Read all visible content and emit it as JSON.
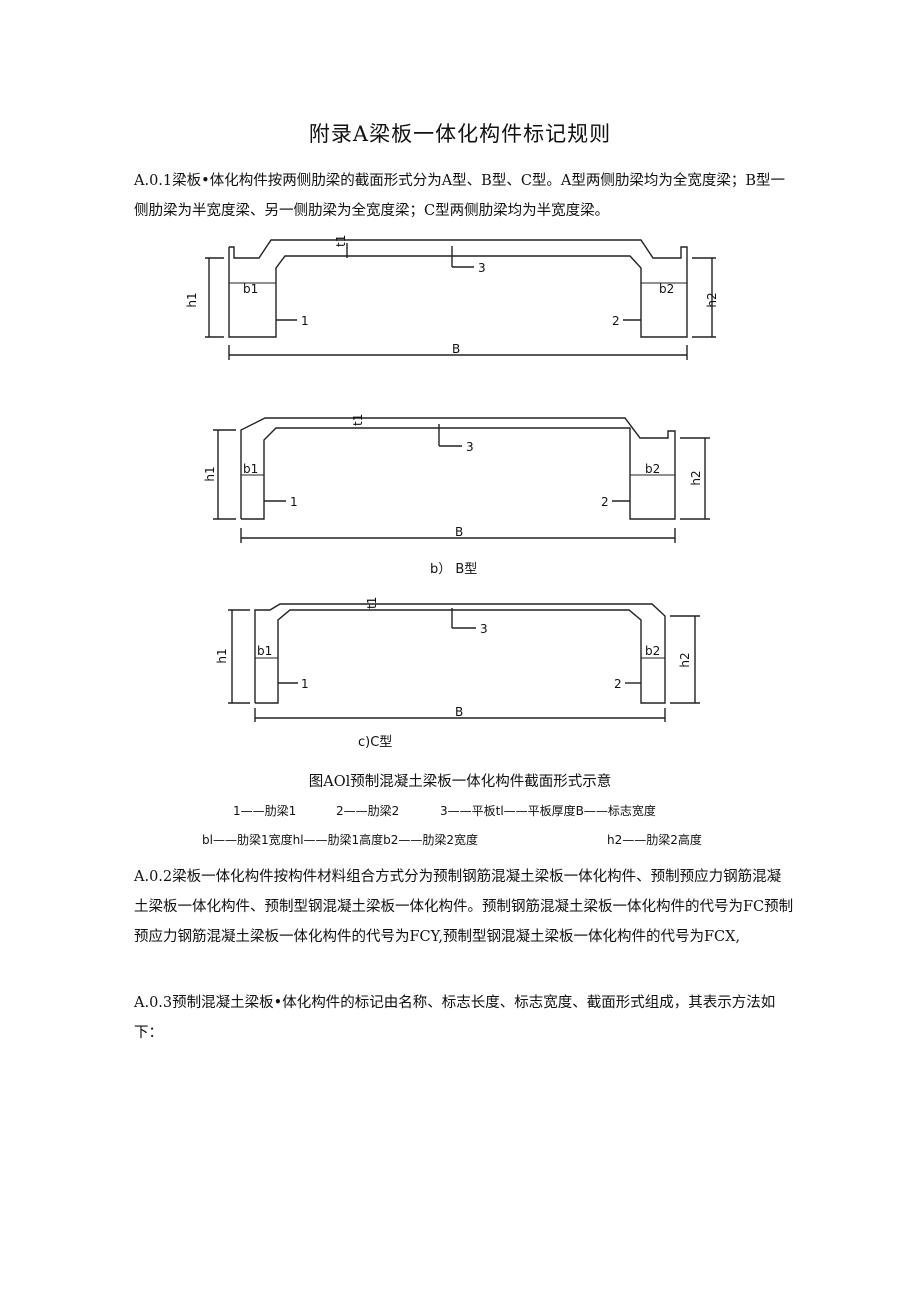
{
  "title": "附录A梁板一体化构件标记规则",
  "paragraphs": {
    "a01": "A.0.1梁板•体化构件按两侧肋梁的截面形式分为A型、B型、C型。A型两侧肋梁均为全宽度梁；B型一侧肋梁为半宽度梁、另一侧肋梁为全宽度梁；C型两侧肋梁均为半宽度梁。",
    "a02": "A.0.2梁板一体化构件按构件材料组合方式分为预制钢筋混凝土梁板一体化构件、预制预应力钢筋混凝土梁板一体化构件、预制型钢混凝土梁板一体化构件。预制钢筋混凝土梁板一体化构件的代号为FC预制预应力钢筋混凝土梁板一体化构件的代号为FCY,预制型钢混凝土梁板一体化构件的代号为FCX,",
    "a03": "A.0.3预制混凝土梁板•体化构件的标记由名称、标志长度、标志宽度、截面形式组成，其表示方法如下："
  },
  "figure": {
    "labels": {
      "h1": "h1",
      "h2": "h2",
      "b1": "b1",
      "b2": "b2",
      "t1": "t1",
      "n1": "1",
      "n2": "2",
      "n3": "3",
      "B": "B"
    },
    "caption_b": "b） B型",
    "caption_c": "c)C型",
    "caption": "图AOl预制混凝土梁板一体化构件截面形式示意",
    "legend_row1": [
      "1——肋梁1",
      "2——肋梁2",
      "3——平板tl——平板厚度B——标志宽度"
    ],
    "legend_row2": [
      "bl——肋梁1宽度hl——肋梁1高度b2——肋梁2宽度",
      "h2——肋梁2高度"
    ]
  }
}
